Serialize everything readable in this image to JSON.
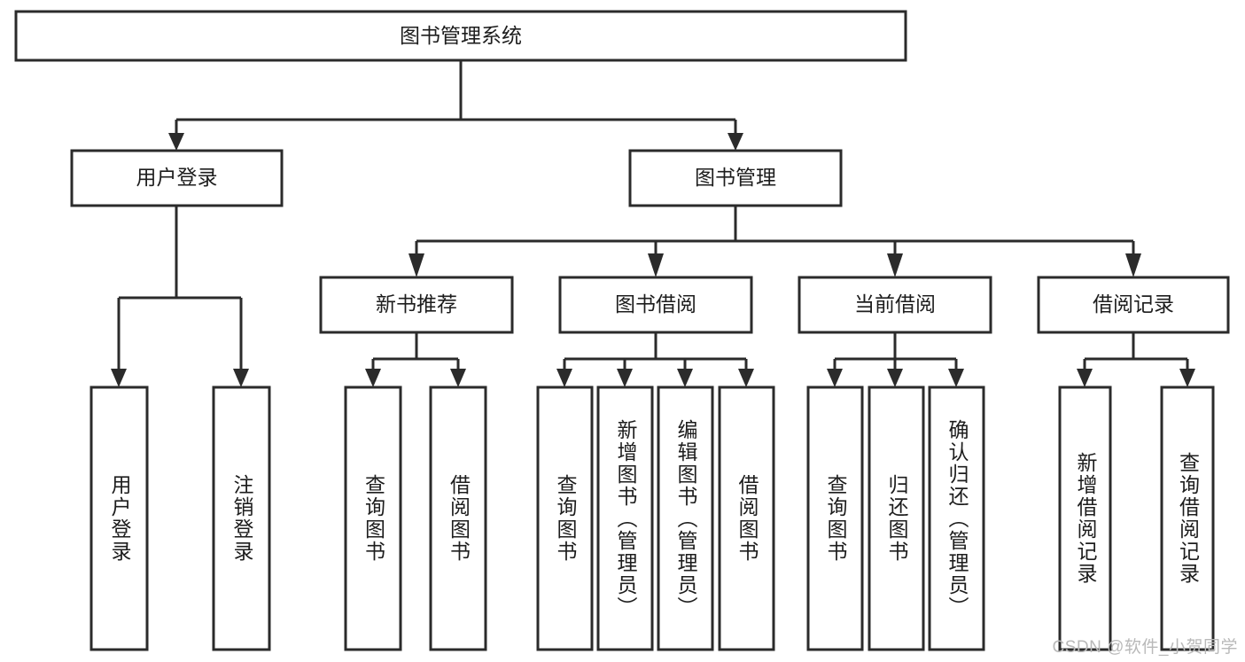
{
  "diagram": {
    "title_text": "图书管理系统",
    "watermark": "CSDN @软件_小贺同学",
    "colors": {
      "stroke": "#2b2b2b",
      "fill": "#ffffff",
      "text": "#1d1d1d",
      "watermark": "#b9b9b9"
    },
    "root": {
      "label": "图书管理系统"
    },
    "level2": [
      {
        "label": "用户登录"
      },
      {
        "label": "图书管理"
      }
    ],
    "level3": [
      {
        "label": "新书推荐"
      },
      {
        "label": "图书借阅"
      },
      {
        "label": "当前借阅"
      },
      {
        "label": "借阅记录"
      }
    ],
    "leaves": {
      "user_login": [
        {
          "label": "用户登录"
        },
        {
          "label": "注销登录"
        }
      ],
      "new_book_recommend": [
        {
          "label": "查询图书"
        },
        {
          "label": "借阅图书"
        }
      ],
      "book_borrow": [
        {
          "label": "查询图书"
        },
        {
          "label": "新增图书（管理员）"
        },
        {
          "label": "编辑图书（管理员）"
        },
        {
          "label": "借阅图书"
        }
      ],
      "current_borrow": [
        {
          "label": "查询图书"
        },
        {
          "label": "归还图书"
        },
        {
          "label": "确认归还（管理员）"
        }
      ],
      "borrow_records": [
        {
          "label": "新增借阅记录"
        },
        {
          "label": "查询借阅记录"
        }
      ]
    }
  }
}
